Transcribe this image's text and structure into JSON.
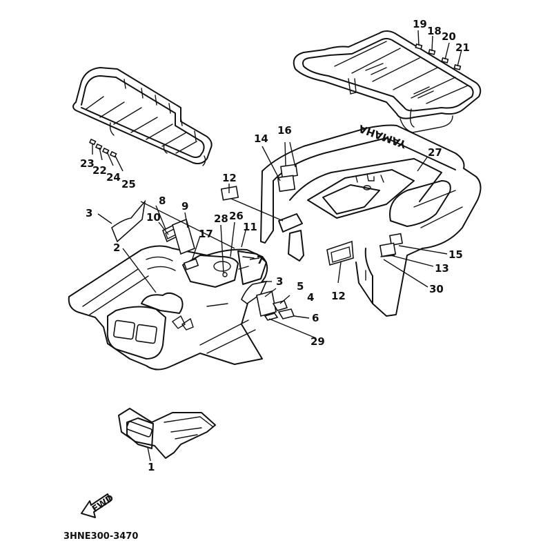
{
  "diagram": {
    "type": "exploded-parts-diagram",
    "drawing_code": "3HNE300-3470",
    "brand_text": "YAMAHA",
    "fwd_arrow_label": "FWD",
    "callouts": [
      {
        "id": "c1",
        "label": "1"
      },
      {
        "id": "c2",
        "label": "2"
      },
      {
        "id": "c3a",
        "label": "3"
      },
      {
        "id": "c3b",
        "label": "3"
      },
      {
        "id": "c4",
        "label": "4"
      },
      {
        "id": "c5",
        "label": "5"
      },
      {
        "id": "c6",
        "label": "6"
      },
      {
        "id": "c7",
        "label": "7"
      },
      {
        "id": "c8",
        "label": "8"
      },
      {
        "id": "c9",
        "label": "9"
      },
      {
        "id": "c10",
        "label": "10"
      },
      {
        "id": "c11",
        "label": "11"
      },
      {
        "id": "c12a",
        "label": "12"
      },
      {
        "id": "c12b",
        "label": "12"
      },
      {
        "id": "c13",
        "label": "13"
      },
      {
        "id": "c14",
        "label": "14"
      },
      {
        "id": "c15",
        "label": "15"
      },
      {
        "id": "c16",
        "label": "16"
      },
      {
        "id": "c17",
        "label": "17"
      },
      {
        "id": "c18",
        "label": "18"
      },
      {
        "id": "c19",
        "label": "19"
      },
      {
        "id": "c20",
        "label": "20"
      },
      {
        "id": "c21",
        "label": "21"
      },
      {
        "id": "c22",
        "label": "22"
      },
      {
        "id": "c23",
        "label": "23"
      },
      {
        "id": "c24",
        "label": "24"
      },
      {
        "id": "c25",
        "label": "25"
      },
      {
        "id": "c26",
        "label": "26"
      },
      {
        "id": "c27",
        "label": "27"
      },
      {
        "id": "c28",
        "label": "28"
      },
      {
        "id": "c29",
        "label": "29"
      },
      {
        "id": "c30",
        "label": "30"
      }
    ],
    "parts": [
      {
        "id": "front-carrier",
        "description": "front rack / carrier"
      },
      {
        "id": "rear-carrier",
        "description": "rear rack / carrier"
      },
      {
        "id": "front-fender",
        "description": "front fender assembly"
      },
      {
        "id": "rear-fender",
        "description": "rear fender assembly"
      },
      {
        "id": "headlight-cover",
        "description": "part 1 headlight/front cover"
      }
    ]
  }
}
